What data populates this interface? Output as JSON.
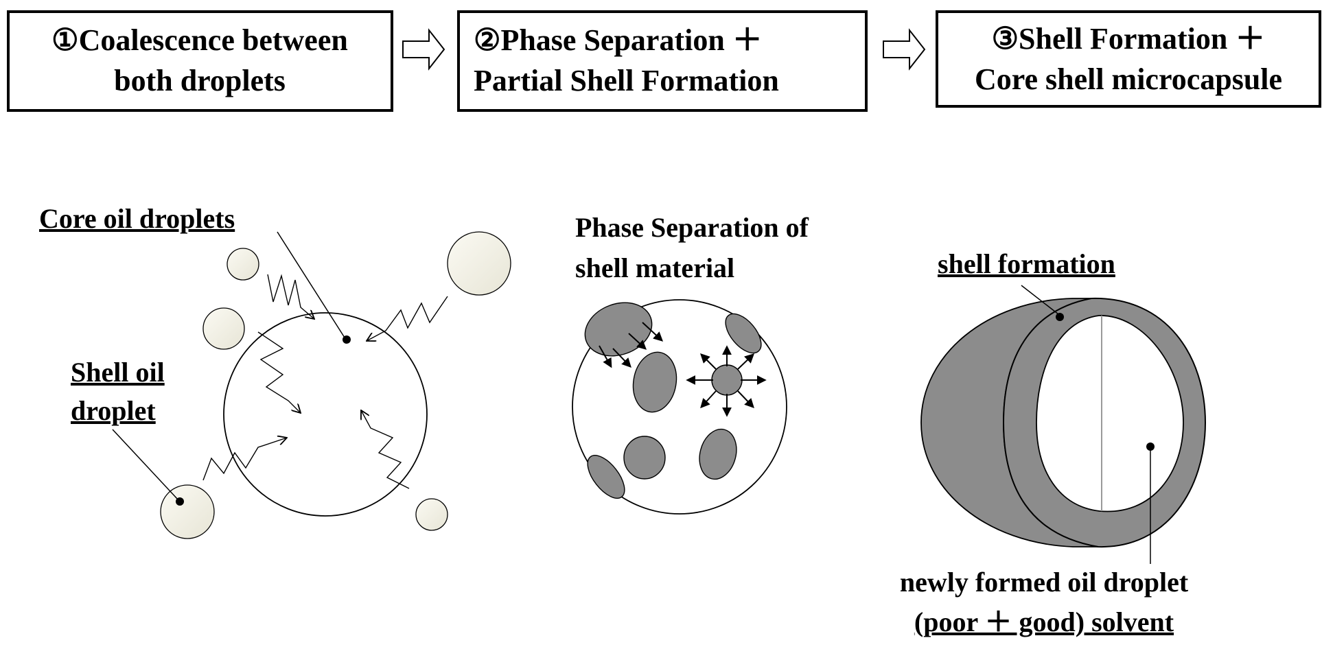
{
  "steps": [
    {
      "line1": "①Coalescence between",
      "line2": "both droplets"
    },
    {
      "line1": "②Phase Separation ＋",
      "line2": "Partial Shell Formation"
    },
    {
      "line1": "③Shell Formation ＋",
      "line2": "Core shell microcapsule"
    }
  ],
  "labels": {
    "core_oil_droplets": "Core oil droplets",
    "shell_oil_line1": "Shell oil",
    "shell_oil_line2": "droplet",
    "phase_sep_line1": "Phase Separation of",
    "phase_sep_line2": "shell material",
    "shell_formation": "shell formation",
    "newly_line1": "newly formed oil droplet",
    "newly_line2": "(poor ＋ good) solvent"
  },
  "colors": {
    "shell_gray": "#8c8c8c",
    "droplet_fill": "#f1f0e6",
    "stroke": "#000000"
  }
}
